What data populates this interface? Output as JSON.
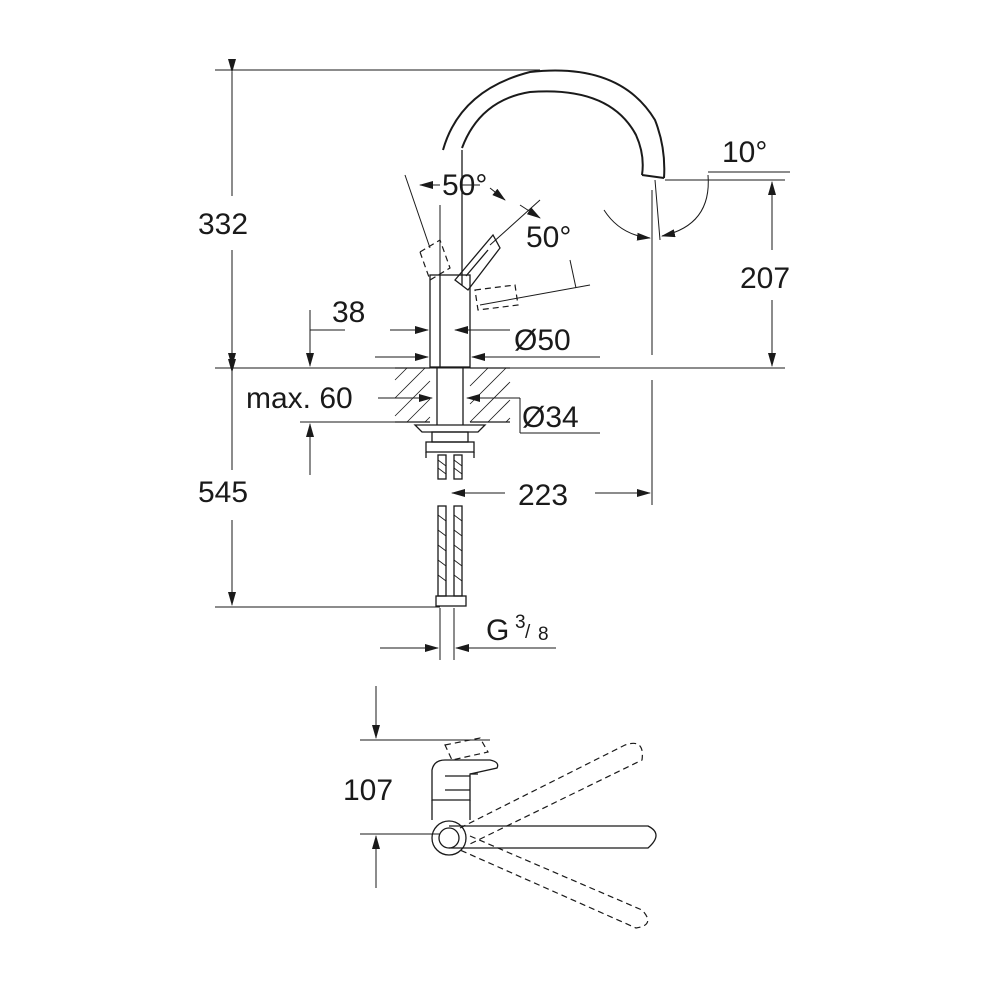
{
  "dimensions": {
    "total_height": "332",
    "spout_height": "207",
    "spout_angle": "10°",
    "lever_angle_back": "50°",
    "lever_angle_front": "50°",
    "body_offset": "38",
    "body_diameter": "Ø50",
    "max_counter_thickness": "max. 60",
    "mount_hole_diameter": "Ø34",
    "hose_length": "545",
    "spout_reach": "223",
    "connection_thread": "G",
    "thread_num": "3",
    "thread_den": "8",
    "top_view_depth": "107"
  }
}
